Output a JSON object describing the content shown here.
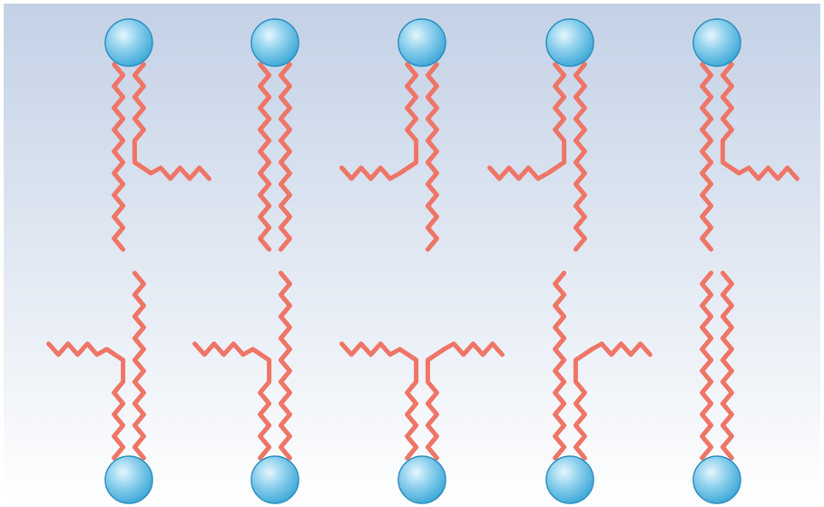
{
  "diagram": {
    "kind": "phospholipid-bilayer",
    "colors": {
      "background_top": "#c3d1e6",
      "background_bottom": "#ffffff",
      "tail": "#ef7566",
      "head_light": "#e6f6fc",
      "head_mid": "#8fd1ee",
      "head_dark": "#3ba7d6",
      "head_stroke": "#2e8fbf"
    },
    "top_leaflet": [
      {
        "left_tail": "straight",
        "right_tail": "kinked-right"
      },
      {
        "left_tail": "straight",
        "right_tail": "straight"
      },
      {
        "left_tail": "kinked-left",
        "right_tail": "straight"
      },
      {
        "left_tail": "kinked-left",
        "right_tail": "straight"
      },
      {
        "left_tail": "straight",
        "right_tail": "kinked-right"
      }
    ],
    "bottom_leaflet": [
      {
        "left_tail": "kinked-left",
        "right_tail": "straight"
      },
      {
        "left_tail": "kinked-left",
        "right_tail": "straight"
      },
      {
        "left_tail": "kinked-left",
        "right_tail": "kinked-right"
      },
      {
        "left_tail": "straight",
        "right_tail": "kinked-right"
      },
      {
        "left_tail": "straight",
        "right_tail": "straight"
      }
    ]
  }
}
